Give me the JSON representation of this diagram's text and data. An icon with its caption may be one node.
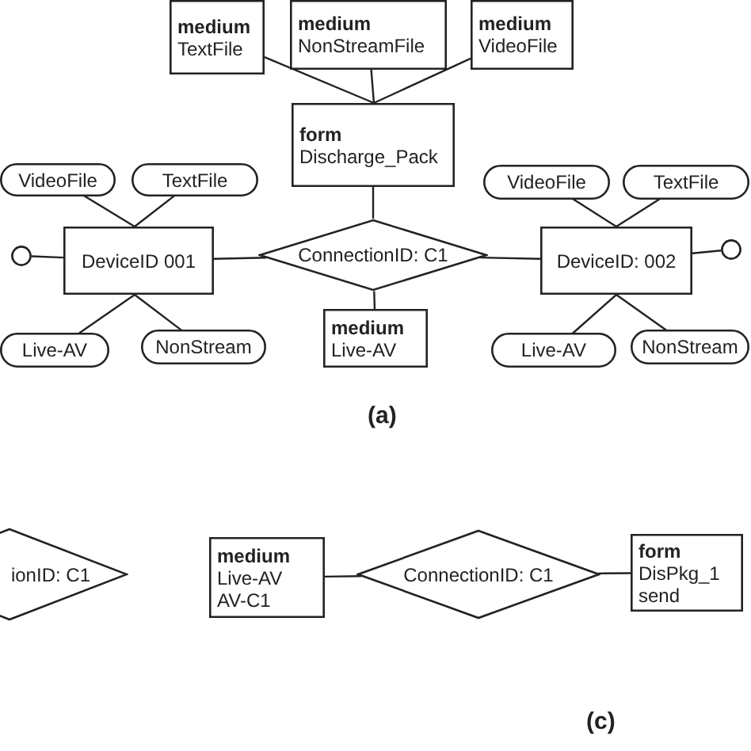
{
  "diagram": {
    "nodes": [
      {
        "text": [
          "medium",
          "TextFile"
        ]
      },
      {
        "text": [
          "medium",
          "NonStreamFile"
        ]
      },
      {
        "text": [
          "medium",
          "VideoFile"
        ]
      },
      {
        "text": [
          "form",
          "Discharge_Pack"
        ]
      },
      {
        "text": [
          "VideoFile"
        ]
      },
      {
        "text": [
          "TextFile"
        ]
      },
      {
        "text": [
          "VideoFile"
        ]
      },
      {
        "text": [
          "TextFile"
        ]
      },
      {
        "text": [],
        "shape": "circle"
      },
      {
        "text": [
          "DeviceID 001"
        ]
      },
      {
        "text": [
          "ConnectionID: C1"
        ]
      },
      {
        "text": [
          "DeviceID: 002"
        ]
      },
      {
        "text": [],
        "shape": "circle"
      },
      {
        "text": [
          "medium",
          "Live-AV"
        ]
      },
      {
        "text": [
          "Live-AV"
        ]
      },
      {
        "text": [
          "NonStream"
        ]
      },
      {
        "text": [
          "Live-AV"
        ]
      },
      {
        "text": [
          "NonStream"
        ]
      },
      {
        "text": [
          "ionID: C1"
        ]
      },
      {
        "text": [
          "medium",
          "Live-AV AV-C1"
        ]
      },
      {
        "text": [
          "ConnectionID: C1"
        ]
      },
      {
        "text": [
          "form",
          "DisPkg_1 send"
        ]
      }
    ],
    "edges": [
      {
        "from": 0,
        "to": 3,
        "arrow": "none"
      },
      {
        "from": 1,
        "to": 3,
        "arrow": "none"
      },
      {
        "from": 2,
        "to": 3,
        "arrow": "none"
      },
      {
        "from": 3,
        "to": 10,
        "arrow": "none"
      },
      {
        "from": 4,
        "to": 9,
        "arrow": "none"
      },
      {
        "from": 5,
        "to": 9,
        "arrow": "none"
      },
      {
        "from": 6,
        "to": 11,
        "arrow": "none"
      },
      {
        "from": 7,
        "to": 11,
        "arrow": "none"
      },
      {
        "from": 8,
        "to": 9,
        "arrow": "none"
      },
      {
        "from": 9,
        "to": 10,
        "arrow": "none"
      },
      {
        "from": 10,
        "to": 11,
        "arrow": "none"
      },
      {
        "from": 11,
        "to": 12,
        "arrow": "none"
      },
      {
        "from": 10,
        "to": 13,
        "arrow": "none"
      },
      {
        "from": 14,
        "to": 9,
        "arrow": "none"
      },
      {
        "from": 15,
        "to": 9,
        "arrow": "none"
      },
      {
        "from": 16,
        "to": 11,
        "arrow": "none"
      },
      {
        "from": 17,
        "to": 11,
        "arrow": "none"
      },
      {
        "from": 19,
        "to": 20,
        "arrow": "none"
      },
      {
        "from": 20,
        "to": 21,
        "arrow": "none"
      }
    ],
    "labels": [
      "(a)",
      "(c)"
    ]
  }
}
